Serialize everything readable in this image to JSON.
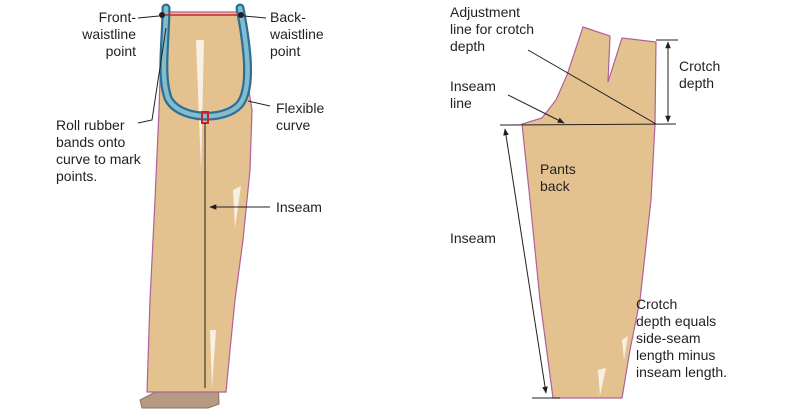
{
  "colors": {
    "fabric": "#e4c290",
    "outline": "#b0609a",
    "curve_outer": "#2e6f97",
    "curve_inner": "#83bdcc",
    "band": "#d0202e",
    "shoe": "#b59a84",
    "line": "#231f20"
  },
  "left_figure": {
    "labels": {
      "front_waistline": "Front-\nwaistline\npoint",
      "back_waistline": "Back-\nwaistline\npoint",
      "roll_bands": "Roll rubber\nbands onto\ncurve to mark\npoints.",
      "flexible_curve": "Flexible\ncurve",
      "inseam": "Inseam"
    }
  },
  "right_figure": {
    "labels": {
      "adjustment_line": "Adjustment\nline for crotch\ndepth",
      "inseam_line": "Inseam\nline",
      "crotch_depth": "Crotch\ndepth",
      "pants_back": "Pants\nback",
      "inseam": "Inseam",
      "crotch_note": "Crotch\ndepth equals\nside-seam\nlength minus\ninseam length."
    }
  }
}
